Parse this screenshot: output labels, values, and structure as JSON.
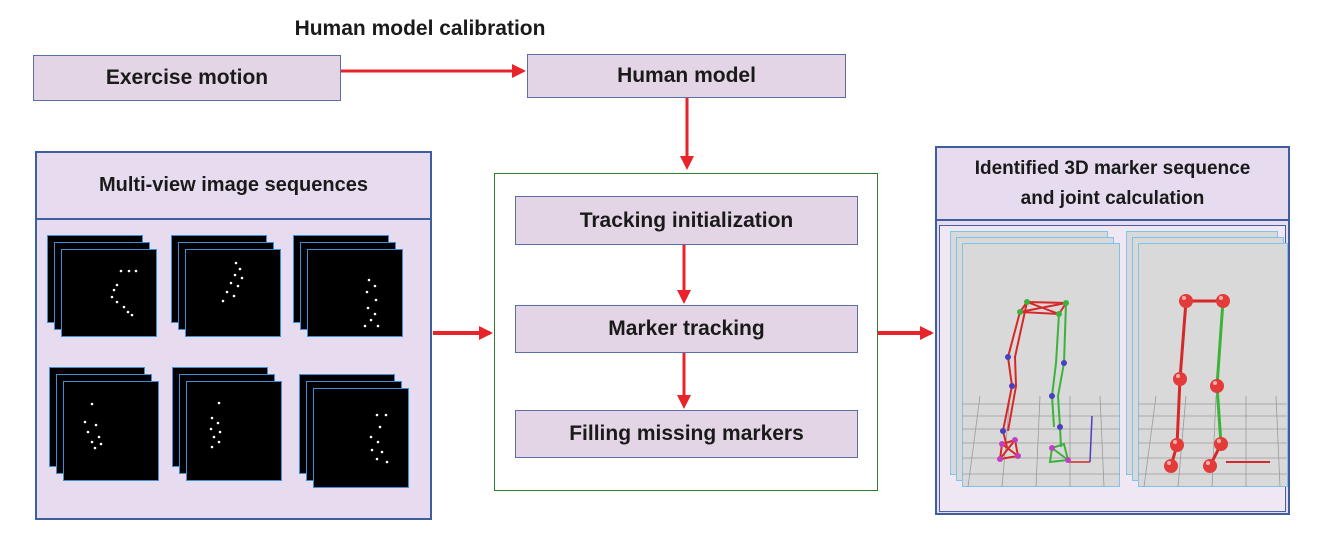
{
  "title": "Human model calibration",
  "boxes": {
    "exercise_motion": "Exercise motion",
    "human_model": "Human model",
    "multi_view": "Multi-view  image sequences",
    "tracking_init": "Tracking initialization",
    "marker_tracking": "Marker tracking",
    "filling_missing": "Filling missing markers",
    "identified_line1": "Identified 3D marker sequence",
    "identified_line2": "and joint calculation"
  },
  "colors": {
    "arrow": "#e8232a",
    "box_fill": "#e3d5e6",
    "box_border": "#5b6fa6",
    "container_border": "#2e7d32",
    "bone_red": "#d62828",
    "bone_green": "#3bb33b",
    "joint_blue": "#4a3fbf"
  }
}
